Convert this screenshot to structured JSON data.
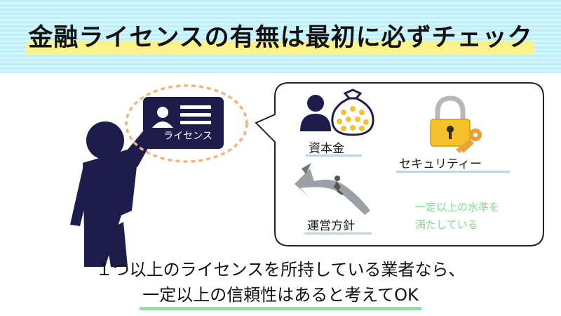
{
  "title": "金融ライセンスの有無は最初に必ずチェック",
  "card": {
    "label": "ライセンス"
  },
  "bubble": {
    "items": [
      {
        "label": "資本金",
        "icons": [
          "person-icon",
          "money-bag-icon"
        ]
      },
      {
        "label": "セキュリティー",
        "icons": [
          "padlock-icon",
          "key-icon"
        ]
      },
      {
        "label": "運営方針",
        "icons": [
          "growth-arrow-icon"
        ]
      }
    ],
    "note": [
      "一定以上の水準を",
      "満たしている"
    ]
  },
  "conclusion": {
    "line1": "１つ以上のライセンスを所持している業者なら、",
    "line2": "一定以上の信頼性はあると考えてOK"
  },
  "colors": {
    "header_stripe": "#bfeffa",
    "title_highlight": "#fbf28a",
    "figure": "#1e1c4a",
    "dashed_ring": "#f4b37a",
    "note_green": "#7fdc93",
    "underline_green": "#8de3a6",
    "lock_yellow": "#f5c12a"
  }
}
